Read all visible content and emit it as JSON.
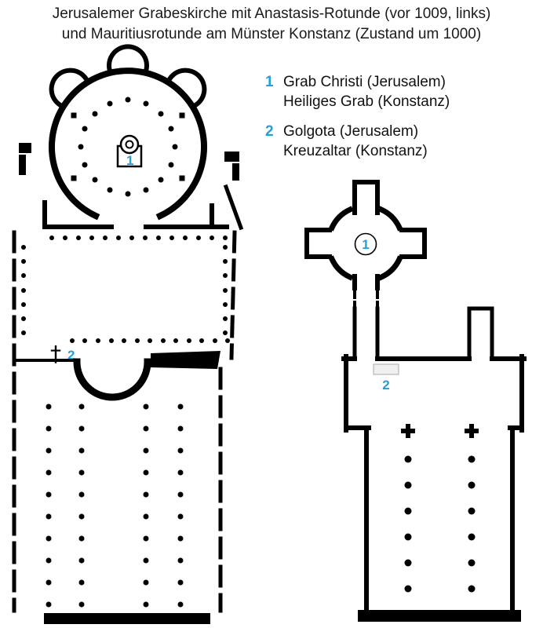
{
  "title": {
    "line1": "Jerusalemer Grabeskirche mit Anastasis-Rotunde (vor 1009, links)",
    "line2": "und Mauritiusrotunde am Münster Konstanz (Zustand um 1000)"
  },
  "legend": [
    {
      "number": "1",
      "jerusalem": "Grab Christi (Jerusalem)",
      "konstanz": "Heiliges Grab (Konstanz)"
    },
    {
      "number": "2",
      "jerusalem": "Golgota (Jerusalem)",
      "konstanz": "Kreuzaltar (Konstanz)"
    }
  ],
  "plans": {
    "jerusalem": {
      "marker1": "1",
      "marker2": "2",
      "golgotha_cross": "†"
    },
    "konstanz": {
      "marker1": "1",
      "marker2": "2"
    }
  },
  "colors": {
    "accent": "#239fda",
    "ink": "#000000",
    "background": "#ffffff"
  }
}
